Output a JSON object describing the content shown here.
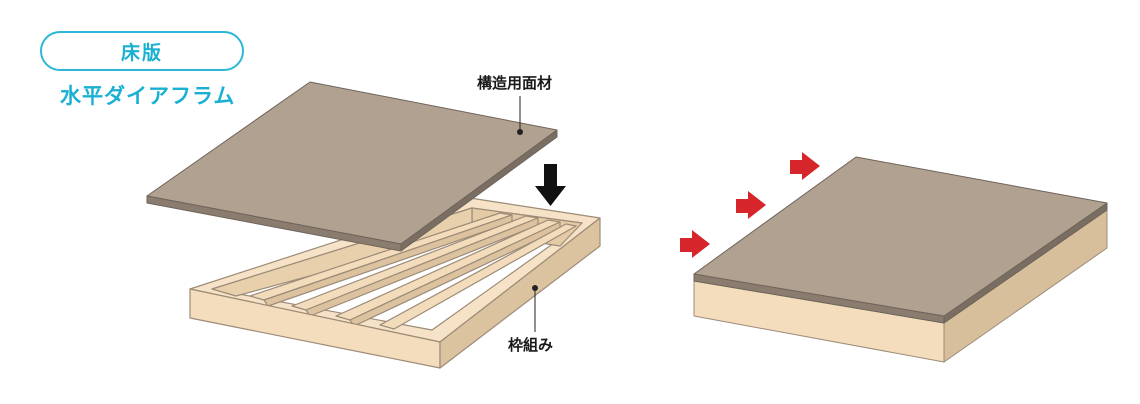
{
  "header": {
    "tag": "床版",
    "subtitle": "水平ダイアフラム"
  },
  "labels": {
    "panel": "構造用面材",
    "frame": "枠組み"
  },
  "colors": {
    "accent": "#1ab0d3",
    "panel_top": "#b0a190",
    "panel_edge": "#7a6e63",
    "wood_light": "#f6e2c6",
    "wood_mid": "#e9d0ad",
    "wood_side": "#d8bf9c",
    "wood_stroke": "#9c8b77",
    "arrow_black": "#111111",
    "arrow_red": "#d6262b"
  },
  "icons": {
    "down_arrow": "down-arrow-icon",
    "force_arrows": "force-arrow-icon"
  }
}
